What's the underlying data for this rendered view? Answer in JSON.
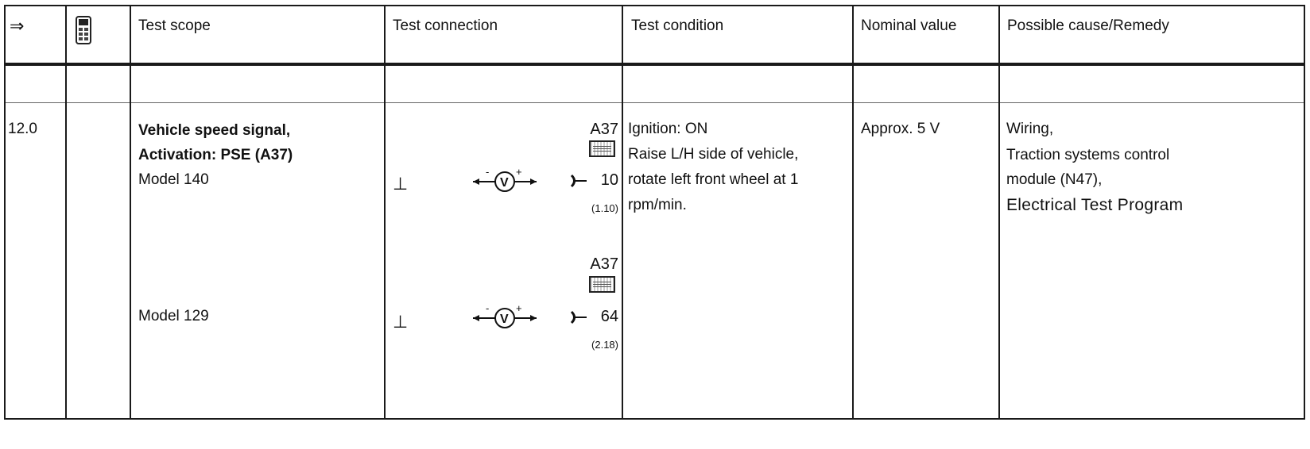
{
  "header": {
    "arrow": "⇒",
    "icon": "tester-icon",
    "test_scope": "Test scope",
    "test_connection": "Test connection",
    "test_condition": "Test condition",
    "nominal_value": "Nominal value",
    "possible_cause": "Possible cause/Remedy"
  },
  "row": {
    "number": "12.0",
    "scope_line1": "Vehicle speed signal,",
    "scope_line2": "Activation: PSE (A37)",
    "model_140": "Model 140",
    "model_129": "Model 129",
    "conn_140": {
      "module": "A37",
      "pin": "10",
      "ref": "(1.10)"
    },
    "conn_129": {
      "module": "A37",
      "pin": "64",
      "ref": "(2.18)"
    },
    "ground_symbol": "⊥",
    "condition_line1": "Ignition: ON",
    "condition_line2": "Raise L/H side of vehicle,",
    "condition_line3": "rotate left front wheel at 1",
    "condition_line4": "rpm/min.",
    "nominal": "Approx. 5 V",
    "cause_line1": "Wiring,",
    "cause_line2": "Traction systems control",
    "cause_line3": "module (N47),",
    "cause_line4": "Electrical Test Program"
  }
}
